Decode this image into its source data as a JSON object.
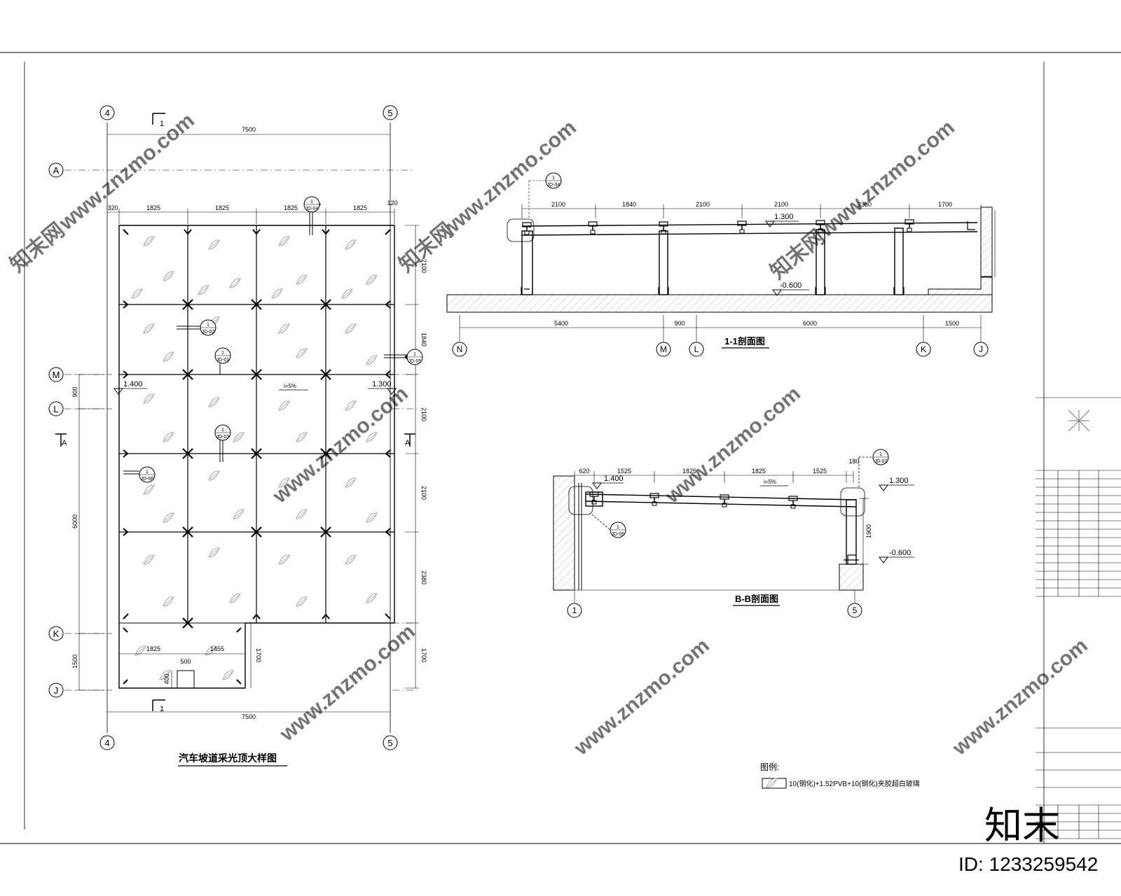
{
  "plan": {
    "title": "汽车坡道采光顶大样图",
    "axes": {
      "a4": "4",
      "a5": "5",
      "aA": "A",
      "aM": "M",
      "aL": "L",
      "aK": "K",
      "aJ": "J"
    },
    "dims_top": {
      "total": "7500",
      "d320": "320",
      "d1825a": "1825",
      "d1825b": "1825",
      "d1825c": "1825",
      "d1825d": "1825",
      "d120": "120"
    },
    "dims_right": {
      "r2100a": "2100",
      "r1840": "1840",
      "r2100b": "2100",
      "r2100c": "2100",
      "r2380": "2380",
      "r1700": "1700"
    },
    "dims_left": {
      "l900": "900",
      "l6000": "6000",
      "l1500": "1500"
    },
    "dims_bottom": {
      "total": "7500",
      "b1825": "1825",
      "b1455": "1455",
      "b500": "500",
      "b400": "400",
      "b1700": "1700"
    },
    "levels": {
      "left": "1.400",
      "right": "1.300"
    },
    "slope_note": "i=5%",
    "section_marks": {
      "top": "1",
      "bottom": "1",
      "left": "A",
      "right": "A"
    },
    "detail_tags": {
      "t04": {
        "num": "1",
        "ref": "JD-04"
      },
      "t02": {
        "num": "1",
        "ref": "JD-02"
      },
      "t01": {
        "num": "1",
        "ref": "JD-01"
      },
      "t03": {
        "num": "1",
        "ref": "JD-03"
      },
      "t06": {
        "num": "1",
        "ref": "JD-06"
      },
      "t05": {
        "num": "1",
        "ref": "JD-05"
      }
    }
  },
  "section11": {
    "title": "1-1剖面图",
    "top_dims": {
      "a": "2100",
      "b": "1840",
      "c": "2100",
      "d": "2100",
      "e": "2380",
      "f": "1700"
    },
    "bottom_dims": {
      "a": "5400",
      "b": "900",
      "c": "6000",
      "d": "1500"
    },
    "axes": {
      "n": "N",
      "m": "M",
      "l": "L",
      "k": "K",
      "j": "J"
    },
    "levels": {
      "top": "1.300",
      "bottom": "-0.600"
    },
    "tag": {
      "num": "1",
      "ref": "JD-04"
    }
  },
  "sectionBB": {
    "title": "B-B剖面图",
    "top_dims": {
      "a": "620",
      "b": "1525",
      "c": "1825",
      "d": "1825",
      "e": "1525",
      "f": "180"
    },
    "right_dim": "1900",
    "axes": {
      "a1": "1",
      "a5": "5"
    },
    "levels": {
      "left": "1.400",
      "right": "1.300",
      "bottom": "-0.600"
    },
    "slope_note": "i=5%",
    "tags": {
      "t07": {
        "num": "1",
        "ref": "JD-07"
      },
      "t06": {
        "num": "1",
        "ref": "JD-06"
      }
    }
  },
  "legend": {
    "title": "图例:",
    "item": "10(钢化)+1.52PVB+10(钢化)夹胶超白玻璃"
  },
  "branding": {
    "watermark": "www.znzmo.com",
    "watermark_cn": "知末网",
    "logo": "知末",
    "id": "ID: 1233259542"
  },
  "colors": {
    "line": "#000000",
    "watermark": "#cfcfcf"
  }
}
